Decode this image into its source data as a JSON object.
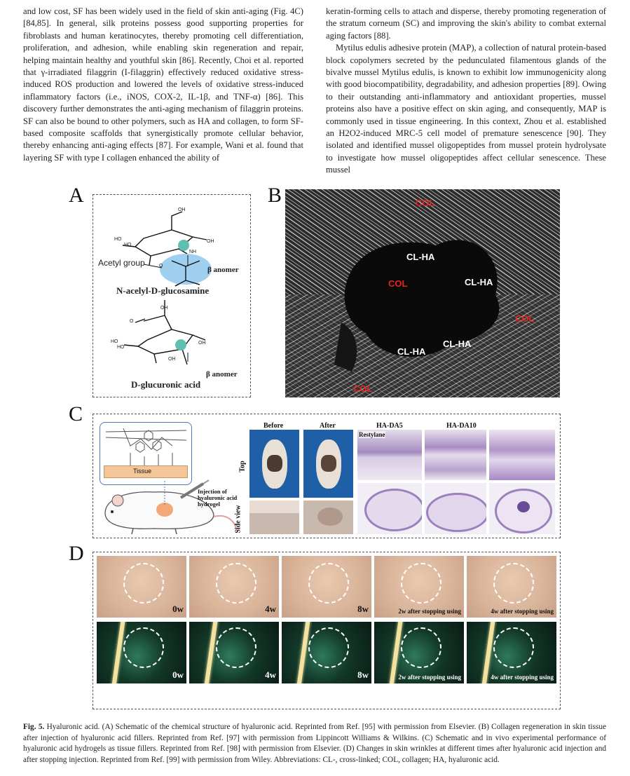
{
  "body_text": {
    "left_col": [
      "and low cost, SF has been widely used in the field of skin anti-aging (Fig. 4C) [84,85]. In general, silk proteins possess good supporting properties for fibroblasts and human keratinocytes, thereby promoting cell differentiation, proliferation, and adhesion, while enabling skin regeneration and repair, helping maintain healthy and youthful skin [86]. Recently, Choi et al. reported that γ-irradiated filaggrin (I-filaggrin) effectively reduced oxidative stress-induced ROS production and lowered the levels of oxidative stress-induced inflammatory factors (i.e., iNOS, COX-2, IL-1β, and TNF-α) [86]. This discovery further demonstrates the anti-aging mechanism of filaggrin proteins. SF can also be bound to other polymers, such as HA and collagen, to form SF-based composite scaffolds that synergistically promote cellular behavior, thereby enhancing anti-aging effects [87]. For example, Wani et al. found that layering SF with type I collagen enhanced the ability of"
    ],
    "right_col_p1": "keratin-forming cells to attach and disperse, thereby promoting regeneration of the stratum corneum (SC) and improving the skin's ability to combat external aging factors [88].",
    "right_col_p2": "Mytilus edulis adhesive protein (MAP), a collection of natural protein-based block copolymers secreted by the pedunculated filamentous glands of the bivalve mussel Mytilus edulis, is known to exhibit low immunogenicity along with good biocompatibility, degradability, and adhesion properties [89]. Owing to their outstanding anti-inflammatory and antioxidant properties, mussel proteins also have a positive effect on skin aging, and consequently, MAP is commonly used in tissue engineering. In this context, Zhou et al. established an H2O2-induced MRC-5 cell model of premature senescence [90]. They isolated and identified mussel oligopeptides from mussel protein hydrolysate to investigate how mussel oligopeptides affect cellular senescence. These mussel"
  },
  "figure": {
    "panel_letters": [
      "A",
      "B",
      "C",
      "D"
    ],
    "panel_a": {
      "acetyl_label": "Acetyl group",
      "beta1": "β anomer",
      "name1": "N-acelyl-D-glucosamine",
      "beta2": "β anomer",
      "name2": "D-glucuronic acid",
      "atoms": {
        "oh": "OH",
        "ho": "HO",
        "nh": "NH",
        "o": "O"
      }
    },
    "panel_b": {
      "labels": [
        "COL",
        "CL-HA",
        "COL",
        "CL-HA",
        "COL",
        "CL-HA",
        "CL-HA",
        "COL"
      ]
    },
    "panel_c": {
      "tissue": "Tissue",
      "injection": "Injection of hyaluronic acid hydrogel",
      "before": "Before",
      "after": "After",
      "top": "Top",
      "side_view": "Side view",
      "ha_da5": "HA-DA5",
      "ha_da10": "HA-DA10",
      "restylane": "Restylane"
    },
    "panel_d": {
      "top_labels": [
        "0w",
        "4w",
        "8w",
        "2w after stopping using",
        "4w after stopping using"
      ],
      "bottom_labels": [
        "0w",
        "4w",
        "8w",
        "2w after stopping using",
        "4w after stopping using"
      ]
    }
  },
  "caption": {
    "fig_label": "Fig. 5.",
    "text": "Hyaluronic acid. (A) Schematic of the chemical structure of hyaluronic acid. Reprinted from Ref. [95] with permission from Elsevier. (B) Collagen regeneration in skin tissue after injection of hyaluronic acid fillers. Reprinted from Ref. [97] with permission from Lippincott Williams & Wilkins. (C) Schematic and in vivo experimental performance of hyaluronic acid hydrogels as tissue fillers. Reprinted from Ref. [98] with permission from Elsevier. (D) Changes in skin wrinkles at different times after hyaluronic acid injection and after stopping injection. Reprinted from Ref. [99] with permission from Wiley. Abbreviations: CL-, cross-linked; COL, collagen; HA, hyaluronic acid."
  },
  "colors": {
    "link": "#2a6ebb",
    "col_label": "#e8231e",
    "sem_bg": "#111111",
    "skin": "#d9b59a",
    "oct_bg": "#0a1a14",
    "oct_green": "#3aa07a",
    "histo": "#b59ad0",
    "teal_dot": "#5fbfb0",
    "blue_bubble": "#9fd0f0"
  }
}
